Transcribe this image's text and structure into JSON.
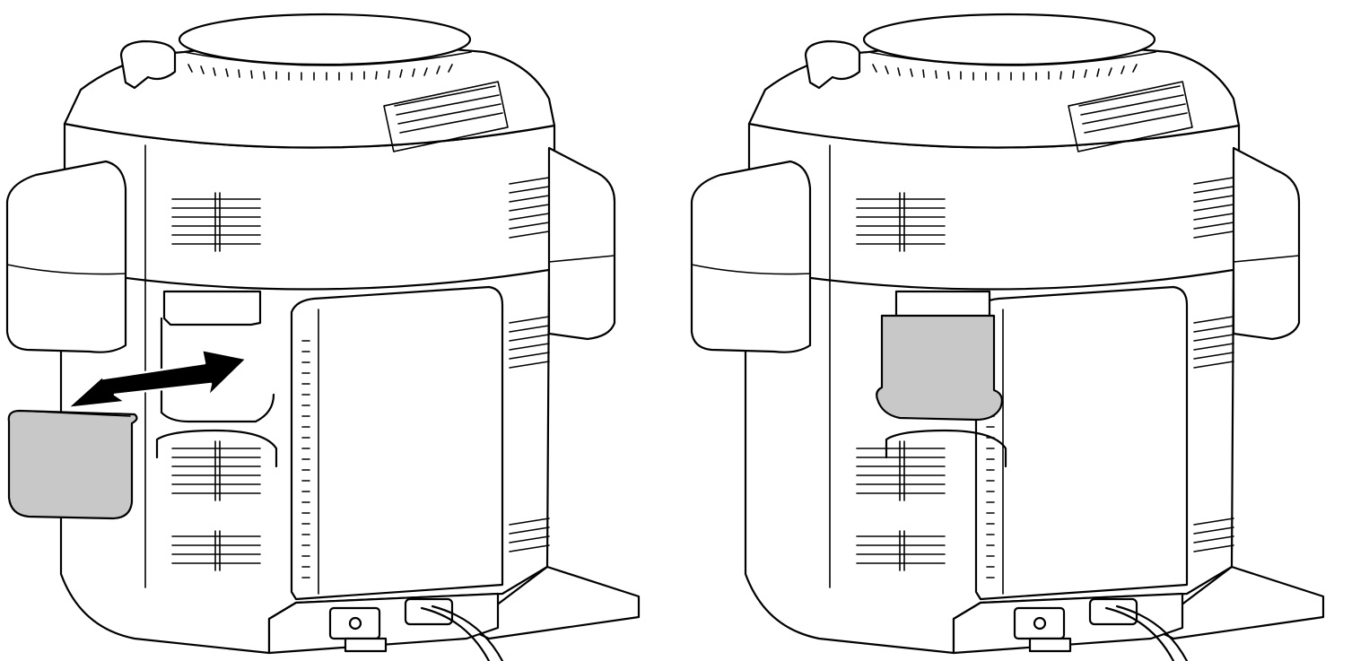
{
  "figure": {
    "panels": [
      {
        "id": "remove",
        "description_hidden": true,
        "arrow_direction": "out-left",
        "cup_state": "detached"
      },
      {
        "id": "installed",
        "description_hidden": true,
        "cup_state": "attached"
      }
    ]
  },
  "colors": {
    "line": "#000000",
    "background": "#ffffff",
    "condensation_cup": "#c8c8c8"
  },
  "icons": {
    "arrow": "arrow-left-down-icon",
    "cord": "power-cord-icon"
  }
}
